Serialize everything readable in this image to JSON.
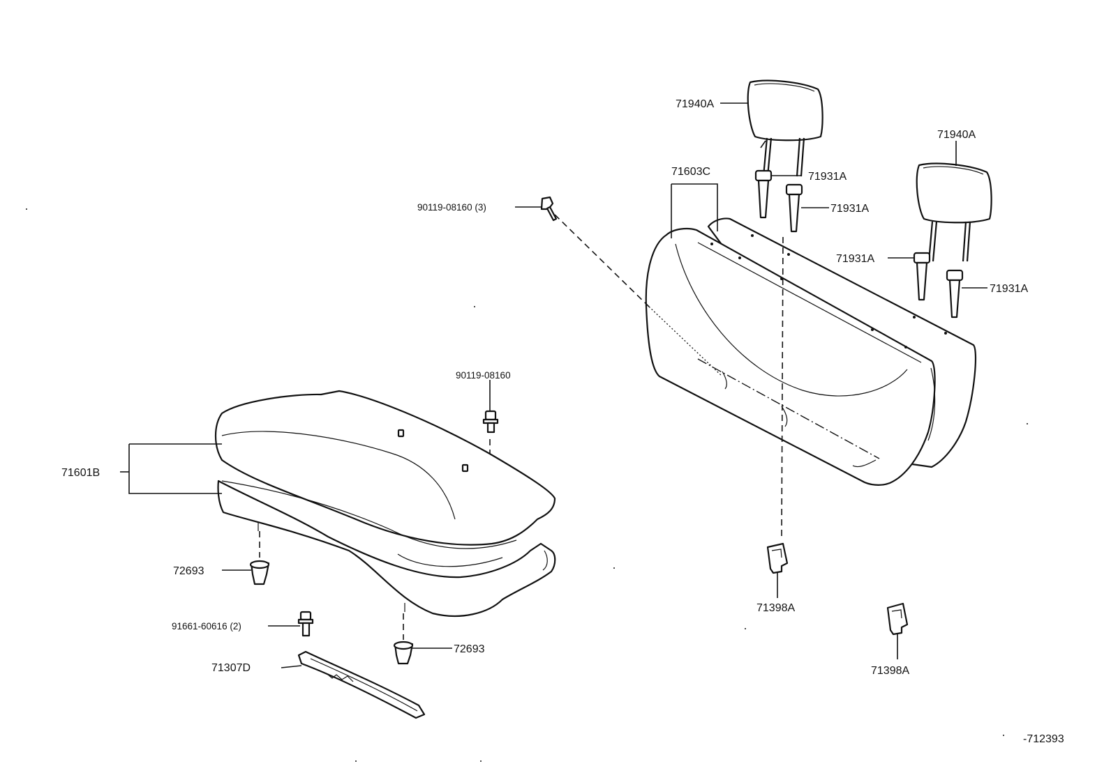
{
  "labels": {
    "headrest_left": "71940A",
    "headrest_right": "71940A",
    "seatback": "71603C",
    "guide_1": "71931A",
    "guide_2": "71931A",
    "guide_3": "71931A",
    "guide_4": "71931A",
    "bolt_top": "90119-08160 (3)",
    "bolt_mid": "90119-08160",
    "cushion": "71601B",
    "clip_left": "72693",
    "clip_right": "72693",
    "bolt_lower": "91661-60616 (2)",
    "bracket": "71307D",
    "hook_center": "71398A",
    "hook_right": "71398A",
    "figure_number": "-712393"
  },
  "icons": {
    "headrest": "headrest-icon",
    "seatback": "seatback-icon",
    "cushion": "seat-cushion-icon",
    "bolt": "bolt-icon",
    "clip": "clip-icon",
    "hook": "hook-icon",
    "bracket": "bracket-icon",
    "guide": "headrest-guide-icon"
  },
  "colors": {
    "line": "#111111",
    "background": "#ffffff"
  }
}
